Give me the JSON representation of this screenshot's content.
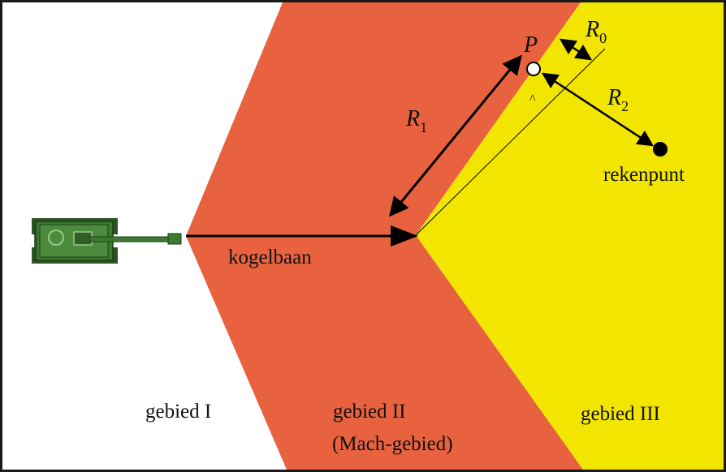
{
  "labels": {
    "trajectory": "kogelbaan",
    "region1": "gebied I",
    "region2_line1": "gebied II",
    "region2_line2": "(Mach-gebied)",
    "region3": "gebied III",
    "calc_point": "rekenpunt",
    "point_P": "P",
    "r1_main": "R",
    "r1_sub": "1",
    "r0_main": "R",
    "r0_sub": "0",
    "r2_main": "R",
    "r2_sub": "2",
    "caret": "^"
  },
  "colors": {
    "region1": "#ffffff",
    "region2": "#e8623f",
    "region3": "#f2e600",
    "tank_body": "#3f7a32",
    "tank_dark": "#2a5422",
    "ink": "#000000"
  }
}
